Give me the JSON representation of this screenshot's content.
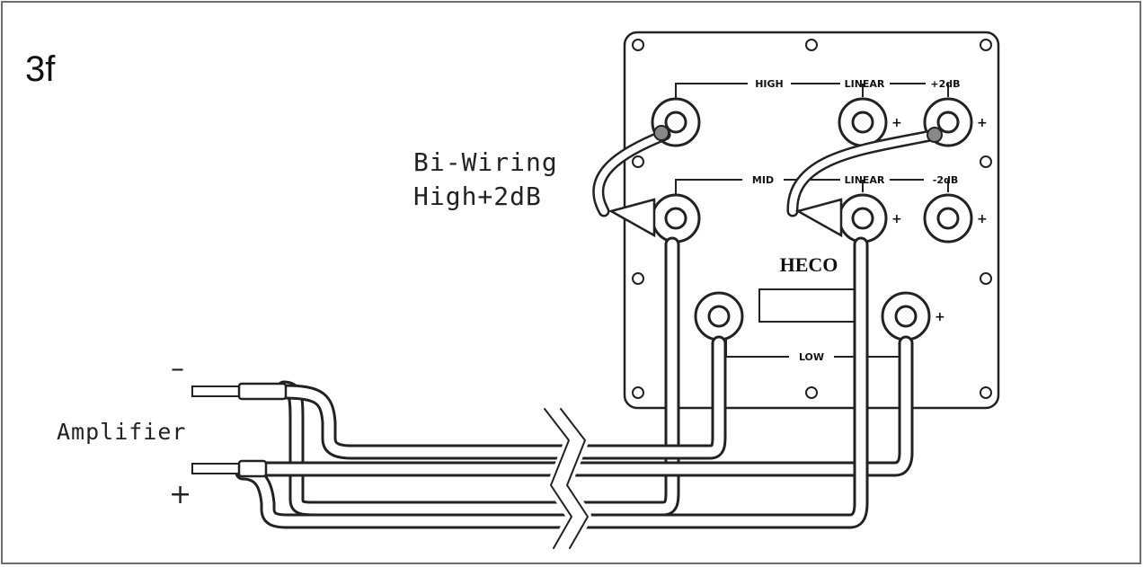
{
  "figure_label": "3f",
  "bi_wiring_label": {
    "line1": "Bi-Wiring",
    "line2": "High+2dB"
  },
  "amplifier": {
    "label": "Amplifier",
    "minus": "–",
    "plus": "+"
  },
  "terminal_panel": {
    "brand": "HECO",
    "high_row": {
      "group": "HIGH",
      "linear": "LINEAR",
      "boost": "+2dB"
    },
    "mid_row": {
      "group": "MID",
      "linear": "LINEAR",
      "cut": "-2dB"
    },
    "low_row": {
      "group": "LOW"
    },
    "plus_mark": "+"
  }
}
